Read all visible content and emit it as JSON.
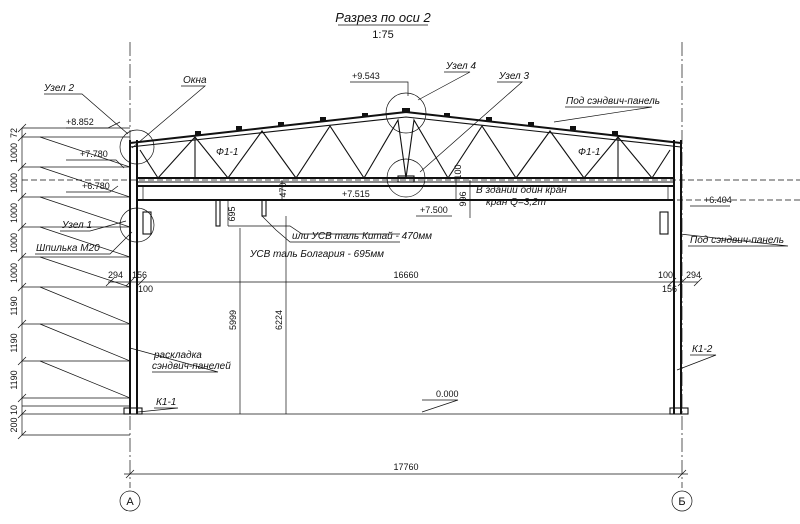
{
  "title": "Разрез по оси 2",
  "scale": "1:75",
  "left_dims": [
    "72",
    "1000",
    "1000",
    "1000",
    "1000",
    "1000",
    "1190",
    "1190",
    "1190",
    "10",
    "200"
  ],
  "elevations": {
    "ridge": "+9.543",
    "e8852": "+8.852",
    "e7780": "+7.780",
    "e6780": "+6.780",
    "e7515": "+7.515",
    "e7500": "+7.500",
    "e6404": "+6.404",
    "e0000": "0.000"
  },
  "labels": {
    "uzel2": "Узел 2",
    "okna": "Окна",
    "uzel4": "Узел 4",
    "uzel3": "Узел 3",
    "pod_sandwich_top": "Под сэндвич-панель",
    "pod_sandwich_right": "Под сэндвич-панель",
    "f11_left": "Ф1-1",
    "f11_right": "Ф1-1",
    "uzel1": "Узел 1",
    "shpilka": "Шпилька М20",
    "crane_line1": "В здании один кран",
    "crane_line2": "кран Q=3,2т",
    "usv_china": "или УСВ таль  Китай - 470мм",
    "usv_bulgaria": "УСВ таль  Болгария - 695мм",
    "rasklad_1": "раскладка",
    "rasklad_2": "сэндвич-панелей",
    "k11": "К1-1",
    "k12": "К1-2"
  },
  "dims": {
    "d100_crane": "100",
    "d996": "996",
    "d470": "470",
    "d695": "695",
    "d294_l": "294",
    "d156_l": "156",
    "d100_l": "100",
    "d16660": "16660",
    "d100_r": "100",
    "d294_r": "294",
    "d156_r": "156",
    "d5999": "5999",
    "d6224": "6224",
    "d17760": "17760"
  },
  "axes": {
    "left": "А",
    "right": "Б"
  }
}
